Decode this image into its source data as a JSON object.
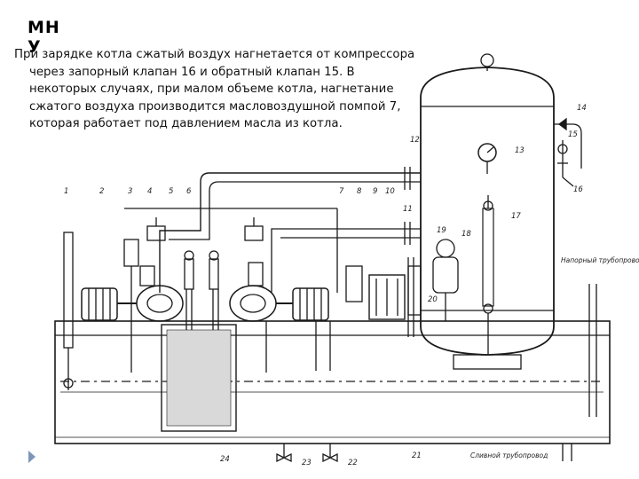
{
  "slide": {
    "title": "МНУ",
    "caption": "При зарядке котла сжатый воздух нагнетается от компрессора через запорный клапан 16 и обратный клапан 15. В некоторых случаях, при малом объеме котла, нагнетание сжатого воздуха производится масловоздушной помпой 7, которая работает под давлением масла из котла."
  },
  "diagram": {
    "part_numbers": [
      "1",
      "2",
      "3",
      "4",
      "5",
      "6",
      "7",
      "8",
      "9",
      "10",
      "11",
      "12",
      "13",
      "14",
      "15",
      "16",
      "17",
      "18",
      "19",
      "20",
      "21",
      "22",
      "23",
      "24"
    ],
    "annotations": {
      "pressure_pipe": "Напорный трубопровод",
      "drain_pipe": "Сливной трубопровод"
    }
  }
}
